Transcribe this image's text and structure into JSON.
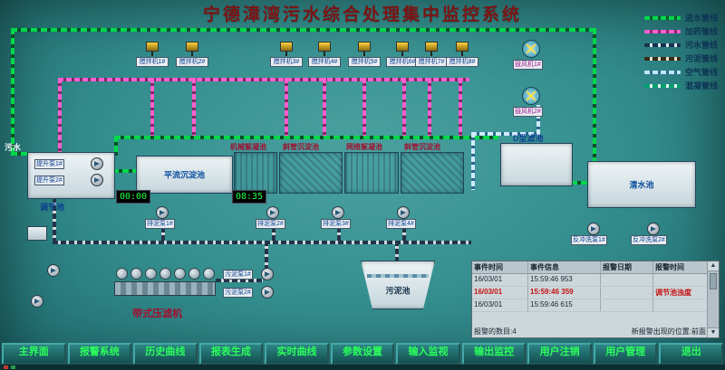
{
  "title": "宁德漳湾污水综合处理集中监控系统",
  "inlet_label": "污水",
  "legend": {
    "items": [
      {
        "label": "进水管线",
        "color": "#00d84a"
      },
      {
        "label": "加药管线",
        "color": "#ff5fd0"
      },
      {
        "label": "污水管线",
        "color": "#16324f"
      },
      {
        "label": "污泥管线",
        "color": "#3a2a14"
      },
      {
        "label": "空气管线",
        "color": "#bfe6ff"
      },
      {
        "label": "混凝管线",
        "color": "#00a070"
      }
    ]
  },
  "tanks": {
    "regulating": "调节池",
    "horizontal_sed": "平流沉淀池",
    "mech_floc": "机械絮凝池",
    "inclined_sed_1": "斜管沉淀池",
    "grid_floc": "网络絮凝池",
    "inclined_sed_2": "斜管沉淀池",
    "d_filter": "D型滤池",
    "clear_water": "清水池",
    "sludge_tank": "污泥池",
    "belt_press": "带式压滤机"
  },
  "mixers": [
    {
      "label": "搅拌机1#"
    },
    {
      "label": "搅拌机2#"
    },
    {
      "label": "搅拌机3#"
    },
    {
      "label": "搅拌机4#"
    },
    {
      "label": "搅拌机5#"
    },
    {
      "label": "搅拌机6#"
    },
    {
      "label": "搅拌机7#"
    },
    {
      "label": "搅拌机8#"
    }
  ],
  "blowers": [
    {
      "label": "鼓风机1#"
    },
    {
      "label": "鼓风机2#"
    }
  ],
  "pumps": {
    "lift": [
      {
        "label": "提升泵1#"
      },
      {
        "label": "提升泵2#"
      }
    ],
    "mud": [
      {
        "label": "排泥泵1#"
      },
      {
        "label": "排泥泵2#"
      },
      {
        "label": "排泥泵3#"
      },
      {
        "label": "排泥泵4#"
      }
    ],
    "sludge": [
      {
        "label": "污泥泵1#"
      },
      {
        "label": "污泥泵2#"
      }
    ],
    "backwash": [
      {
        "label": "反冲洗泵1#"
      },
      {
        "label": "反冲洗泵2#"
      }
    ]
  },
  "timers": [
    {
      "value": "00:00"
    },
    {
      "value": "08:35"
    }
  ],
  "alarm_table": {
    "headers": [
      "事件时间",
      "事件信息",
      "报警日期",
      "报警时间"
    ],
    "rows": [
      {
        "cells": [
          "16/03/01",
          "15:59:46 953",
          "",
          ""
        ]
      },
      {
        "cells": [
          "16/03/01",
          "15:59:46 359",
          "",
          "调节池浊度"
        ]
      },
      {
        "cells": [
          "16/03/01",
          "15:59:46 615",
          "",
          ""
        ]
      }
    ],
    "footer_left": "报警的数目:4",
    "footer_right": "新报警出现的位置:前面"
  },
  "nav": {
    "items": [
      {
        "label": "主界面"
      },
      {
        "label": "报警系统"
      },
      {
        "label": "历史曲线"
      },
      {
        "label": "报表生成"
      },
      {
        "label": "实时曲线"
      },
      {
        "label": "参数设置"
      },
      {
        "label": "输入监视"
      },
      {
        "label": "输出监控"
      },
      {
        "label": "用户注销"
      },
      {
        "label": "用户管理"
      },
      {
        "label": "退出"
      }
    ]
  }
}
